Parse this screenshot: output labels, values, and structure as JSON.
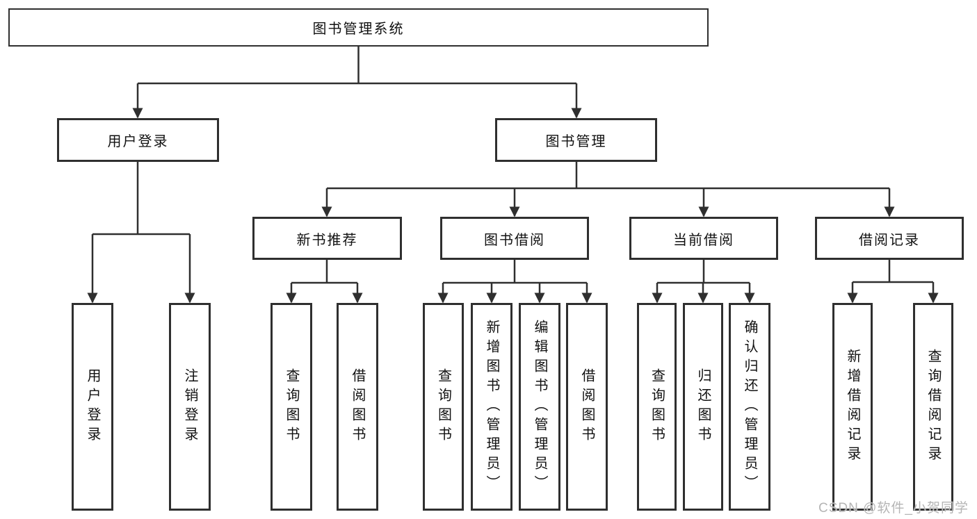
{
  "colors": {
    "line": "#2f2f2f",
    "box_border": "#2f2f2f",
    "text": "#111111",
    "background": "#ffffff",
    "watermark_text": "#b5b5b5"
  },
  "watermark": {
    "text": "CSDN @软件_小贺同学"
  },
  "diagram": {
    "type": "hierarchy-tree",
    "root": {
      "label": "图书管理系统"
    },
    "branches": [
      {
        "label": "用户登录",
        "children": [
          {
            "label": "用户登录"
          },
          {
            "label": "注销登录"
          }
        ]
      },
      {
        "label": "图书管理",
        "children": [
          {
            "label": "新书推荐",
            "children": [
              {
                "label": "查询图书"
              },
              {
                "label": "借阅图书"
              }
            ]
          },
          {
            "label": "图书借阅",
            "children": [
              {
                "label": "查询图书"
              },
              {
                "label": "新增图书（管理员）"
              },
              {
                "label": "编辑图书（管理员）"
              },
              {
                "label": "借阅图书"
              }
            ]
          },
          {
            "label": "当前借阅",
            "children": [
              {
                "label": "查询图书"
              },
              {
                "label": "归还图书"
              },
              {
                "label": "确认归还（管理员）"
              }
            ]
          },
          {
            "label": "借阅记录",
            "children": [
              {
                "label": "新增借阅记录"
              },
              {
                "label": "查询借阅记录"
              }
            ]
          }
        ]
      }
    ]
  }
}
